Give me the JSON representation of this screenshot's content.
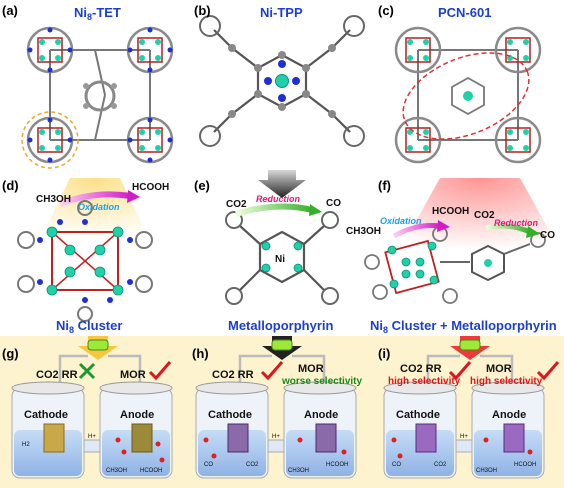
{
  "panels": {
    "a": {
      "label": "(a)",
      "title_main": "Ni",
      "title_sub": "8",
      "title_rest": "-TET"
    },
    "b": {
      "label": "(b)",
      "title": "Ni-TPP"
    },
    "c": {
      "label": "(c)",
      "title": "PCN-601"
    },
    "d": {
      "label": "(d)",
      "reactant": "CH3OH",
      "reaction": "Oxidation",
      "product": "HCOOH",
      "caption_main": "Ni",
      "caption_sub": "8",
      "caption_rest": " Cluster"
    },
    "e": {
      "label": "(e)",
      "reactant": "CO2",
      "reaction": "Reduction",
      "product": "CO",
      "metal": "Ni",
      "caption": "Metalloporphyrin"
    },
    "f": {
      "label": "(f)",
      "reactant1": "CH3OH",
      "reaction1": "Oxidation",
      "product1": "HCOOH",
      "reactant2": "CO2",
      "reaction2": "Reduction",
      "product2": "CO",
      "caption_main": "Ni",
      "caption_sub": "8",
      "caption_rest": " Cluster + Metalloporphyrin"
    },
    "g": {
      "label": "(g)",
      "left_head": "CO2 RR",
      "right_head": "MOR",
      "left_mark": "cross",
      "right_mark": "check",
      "cathode": "Cathode",
      "anode": "Anode",
      "h2": "H2",
      "hplus": "H+",
      "ch3oh": "CH3OH",
      "hcooh": "HCOOH"
    },
    "h": {
      "label": "(h)",
      "left_head": "CO2 RR",
      "right_head": "MOR",
      "right_note": "worse selectivity",
      "cathode": "Cathode",
      "anode": "Anode",
      "co": "CO",
      "co2": "CO2",
      "hplus": "H+",
      "ch3oh": "CH3OH",
      "hcooh": "HCOOH"
    },
    "i": {
      "label": "(i)",
      "left_head": "CO2 RR",
      "right_head": "MOR",
      "left_note": "high selectivity",
      "right_note": "high selectivity",
      "cathode": "Cathode",
      "anode": "Anode",
      "co": "CO",
      "co2": "CO2",
      "hplus": "H+",
      "ch3oh": "CH3OH",
      "hcooh": "HCOOH"
    }
  },
  "colors": {
    "title_blue": "#1c3fd0",
    "ni_cyan": "#1fd1a8",
    "n_blue": "#1e2fd6",
    "carbon_gray": "#8a8a8a",
    "oxidation": "#1aa0e8",
    "reduction": "#e0197b",
    "check_red": "#e0141c",
    "cross_green": "#1a9a2a",
    "note_green": "#1a8a1a",
    "note_red": "#e0141c",
    "arrow_yellow": "#f7c740",
    "arrow_black": "#222222",
    "arrow_red": "#f03838",
    "band": "#fdf3cf",
    "water": "#a9c8ee"
  }
}
